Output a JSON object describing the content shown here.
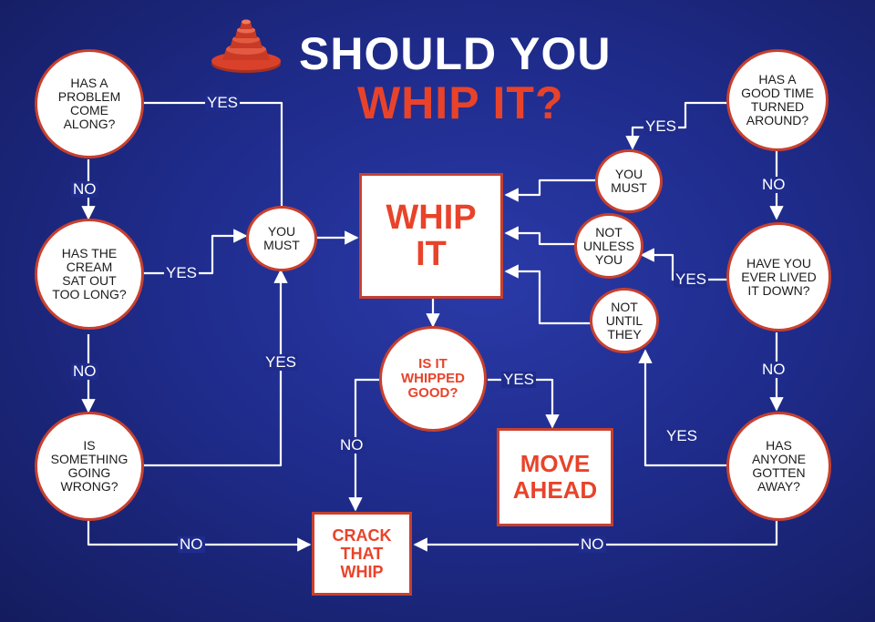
{
  "title": {
    "line1": "SHOULD YOU",
    "line2": "WHIP IT?"
  },
  "colors": {
    "background": "#1f2c8c",
    "accent": "#e8432a",
    "node_border": "#c8402e",
    "line": "#ffffff"
  },
  "nodes": {
    "q_problem": "HAS A\nPROBLEM\nCOME\nALONG?",
    "q_cream": "HAS THE\nCREAM\nSAT OUT\nTOO LONG?",
    "q_wrong": "IS\nSOMETHING\nGOING\nWRONG?",
    "you_must_left": "YOU\nMUST",
    "whip_it": "WHIP\nIT",
    "q_whipped": "IS IT\nWHIPPED\nGOOD?",
    "move_ahead": "MOVE\nAHEAD",
    "crack": "CRACK\nTHAT\nWHIP",
    "q_good_time": "HAS A\nGOOD TIME\nTURNED\nAROUND?",
    "q_lived": "HAVE YOU\nEVER LIVED\nIT DOWN?",
    "q_gotten": "HAS\nANYONE\nGOTTEN\nAWAY?",
    "you_must_right": "YOU\nMUST",
    "not_unless": "NOT\nUNLESS\nYOU",
    "not_until": "NOT\nUNTIL\nTHEY"
  },
  "labels": {
    "yes_problem": "YES",
    "no_problem": "NO",
    "yes_cream": "YES",
    "no_cream": "NO",
    "yes_wrong": "YES",
    "no_wrong": "NO",
    "yes_whipped": "YES",
    "no_whipped": "NO",
    "yes_good_time": "YES",
    "no_good_time": "NO",
    "yes_lived": "YES",
    "no_lived": "NO",
    "yes_gotten": "YES",
    "no_gotten": "NO"
  },
  "icons": {
    "logo": "energy-dome-hat-icon"
  }
}
